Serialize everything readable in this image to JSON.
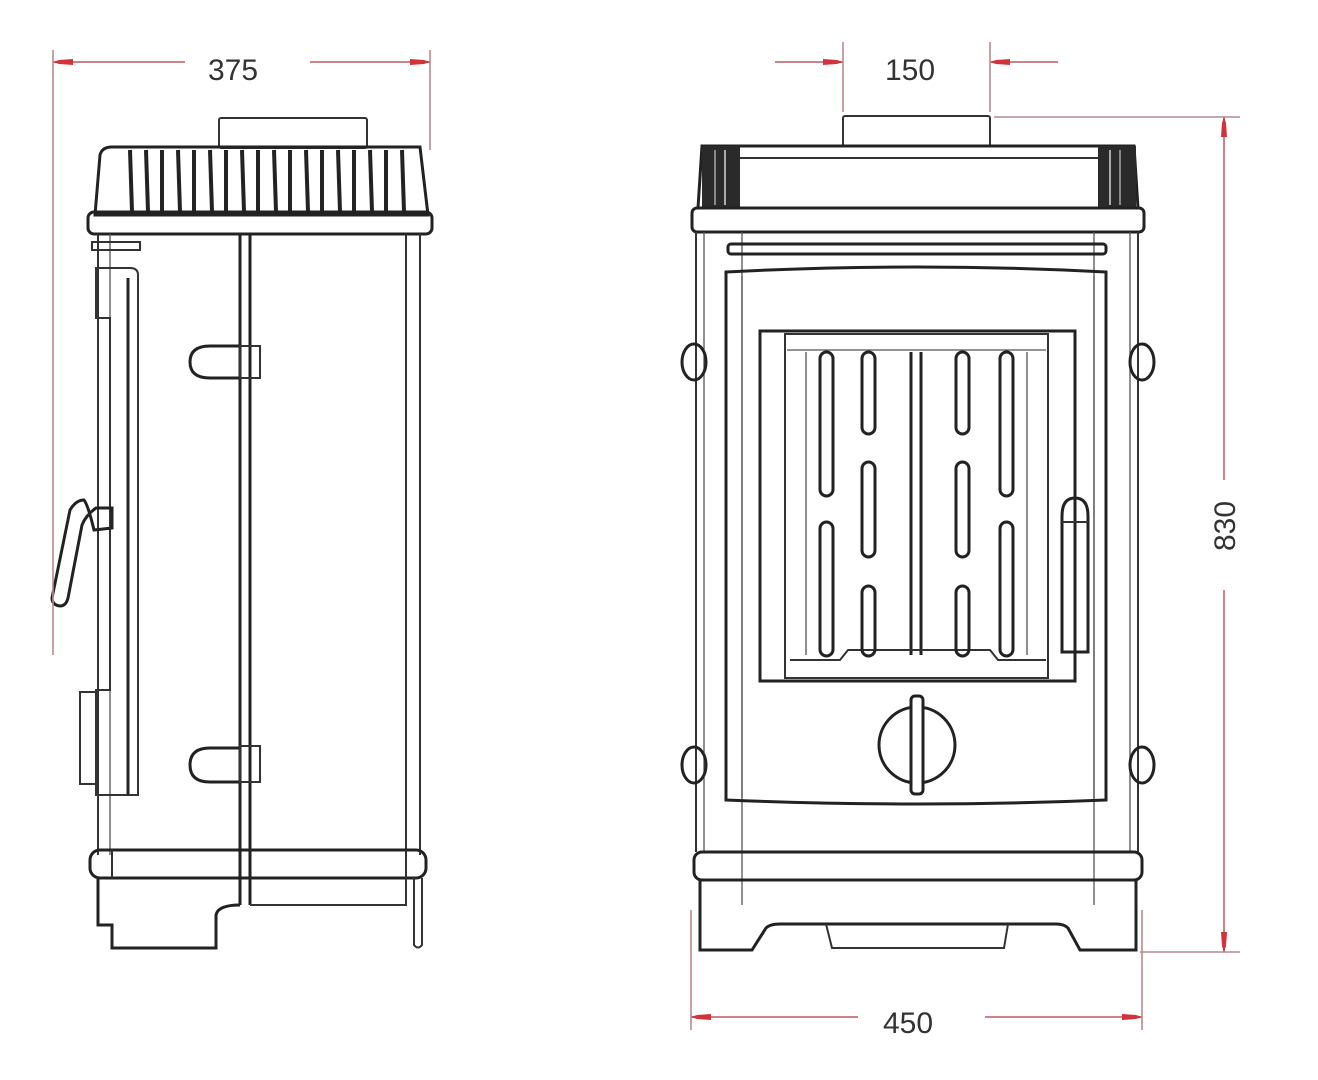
{
  "drawing": {
    "title": "Stove dimension drawing",
    "views": [
      "side-view",
      "front-view"
    ],
    "units": "mm",
    "dimensions": {
      "side_depth": "375",
      "flue_width": "150",
      "height": "830",
      "front_width": "450"
    },
    "colors": {
      "dimension_line": "#c9848a",
      "arrow": "#d2333a",
      "outline": "#222222",
      "text": "#333333"
    }
  }
}
